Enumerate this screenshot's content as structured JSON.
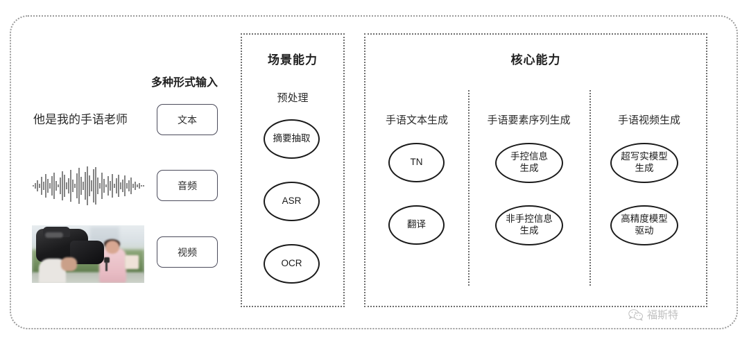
{
  "input_section": {
    "heading": "多种形式输入",
    "sample_text": "他是我的手语老师",
    "chips": [
      {
        "label": "文本",
        "modality": "text"
      },
      {
        "label": "音频",
        "modality": "audio"
      },
      {
        "label": "视频",
        "modality": "video"
      }
    ],
    "media": {
      "waveform_name": "audio-waveform",
      "thumbnail_name": "video-thumbnail"
    }
  },
  "scene_panel": {
    "title": "场景能力",
    "column_heading": "预处理",
    "nodes": [
      {
        "label": "摘要抽取"
      },
      {
        "label": "ASR"
      },
      {
        "label": "OCR"
      }
    ]
  },
  "core_panel": {
    "title": "核心能力",
    "columns": [
      {
        "heading": "手语文本生成",
        "nodes": [
          {
            "label": "TN"
          },
          {
            "label": "翻译"
          }
        ]
      },
      {
        "heading": "手语要素序列生成",
        "nodes": [
          {
            "label": "手控信息\n生成",
            "line1": "手控信息",
            "line2": "生成"
          },
          {
            "label": "非手控信息\n生成",
            "line1": "非手控信息",
            "line2": "生成"
          }
        ]
      },
      {
        "heading": "手语视频生成",
        "nodes": [
          {
            "label": "超写实模型\n生成",
            "line1": "超写实模型",
            "line2": "生成"
          },
          {
            "label": "高精度模型\n驱动",
            "line1": "高精度模型",
            "line2": "驱动"
          }
        ]
      }
    ]
  },
  "watermark": {
    "text": "福斯特",
    "icon": "wechat-icon"
  },
  "colors": {
    "frame_border": "#9a9a9a",
    "panel_border": "#6d6d6d",
    "oval_border": "#1a1a1a",
    "chip_border": "#4a4a5a",
    "text": "#2b2b2b",
    "title": "#1f1f1f"
  }
}
